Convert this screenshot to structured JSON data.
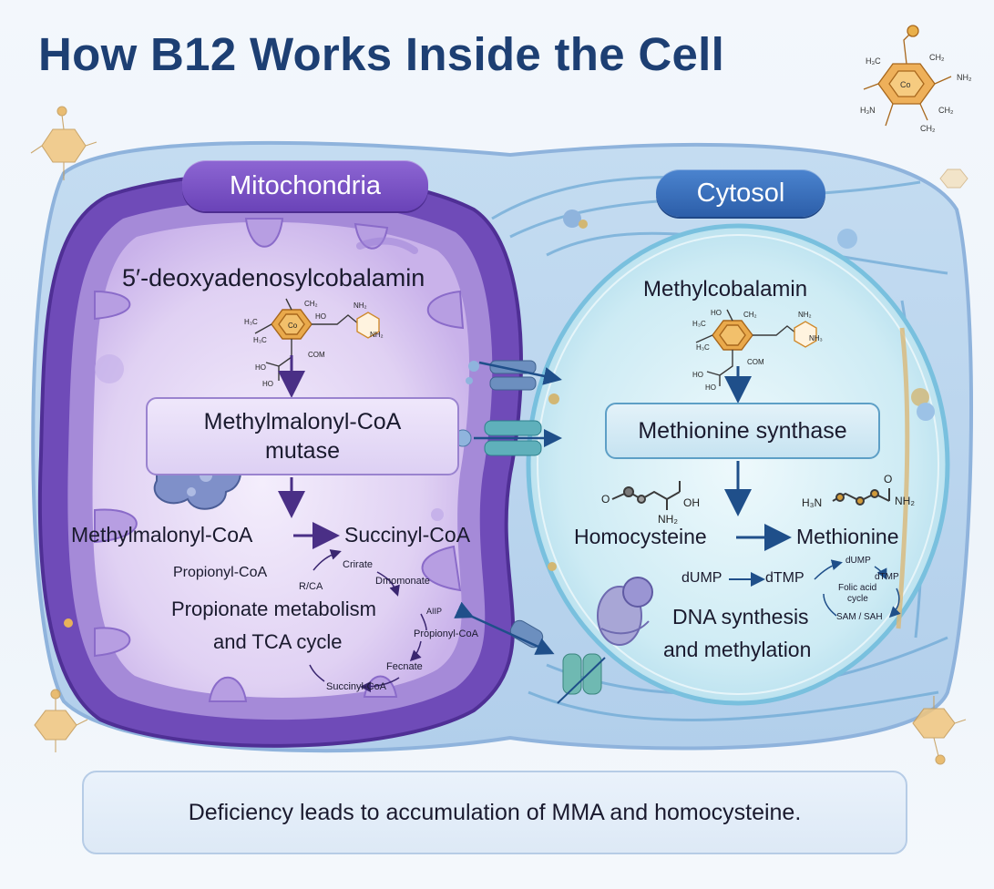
{
  "title": "How B12 Works Inside the Cell",
  "mitochondria": {
    "label": "Mitochondria",
    "cofactor": "5′-deoxyadenosylcobalamin",
    "enzyme_line1": "Methylmalonyl-CoA",
    "enzyme_line2": "mutase",
    "substrate": "Methylmalonyl-CoA",
    "product": "Succinyl-CoA",
    "cycle": {
      "propionyl": "Propionyl-CoA",
      "rca": "R/CA",
      "crirate": "Crirate",
      "dmomonate": "Dmomonate",
      "aiip": "AIIP",
      "propionyl2": "Propionyl-CoA",
      "fecnate": "Fecnate",
      "succinyl": "Succinyl-CoA"
    },
    "process_line1": "Propionate metabolism",
    "process_line2": "and TCA cycle"
  },
  "cytosol": {
    "label": "Cytosol",
    "cofactor": "Methylcobalamin",
    "enzyme": "Methionine synthase",
    "substrate": "Homocysteine",
    "product": "Methionine",
    "dump": "dUMP",
    "dtmp": "dTMP",
    "cycle": {
      "dump": "dUMP",
      "dtmp": "dTMP",
      "folic_line1": "Folic acid",
      "folic_line2": "cycle",
      "sam": "SAM / SAH"
    },
    "process_line1": "DNA synthesis",
    "process_line2": "and methylation"
  },
  "molecule_labels": {
    "mito_b12": [
      "CH₂",
      "NH₂",
      "H₃C",
      "HO",
      "NH₂",
      "H₃C",
      "Co",
      "COM",
      "HO",
      "HO"
    ],
    "cyto_b12": [
      "HO",
      "CH₂",
      "NH₂",
      "H₃C",
      "NH₃",
      "H₃C",
      "COM",
      "HO",
      "HO"
    ],
    "homocysteine": [
      "O",
      "OH",
      "NH₂"
    ],
    "methionine": [
      "H₃N",
      "O",
      "NH₂"
    ],
    "deco_top_right": [
      "H₃C",
      "CH₂",
      "NH₂",
      "Co",
      "H₃N",
      "CH₂",
      "CH₂"
    ]
  },
  "footer": "Deficiency leads to accumulation of MMA and homocysteine.",
  "colors": {
    "title": "#1d3f73",
    "mito_membrane": "#6f4bb8",
    "mito_pill": "#7b55c6",
    "cyto_pill": "#3a6fbf",
    "cyto_membrane": "#8ccbe4",
    "arrow_mito": "#4a2f86",
    "arrow_cyto": "#1f4f8a"
  }
}
